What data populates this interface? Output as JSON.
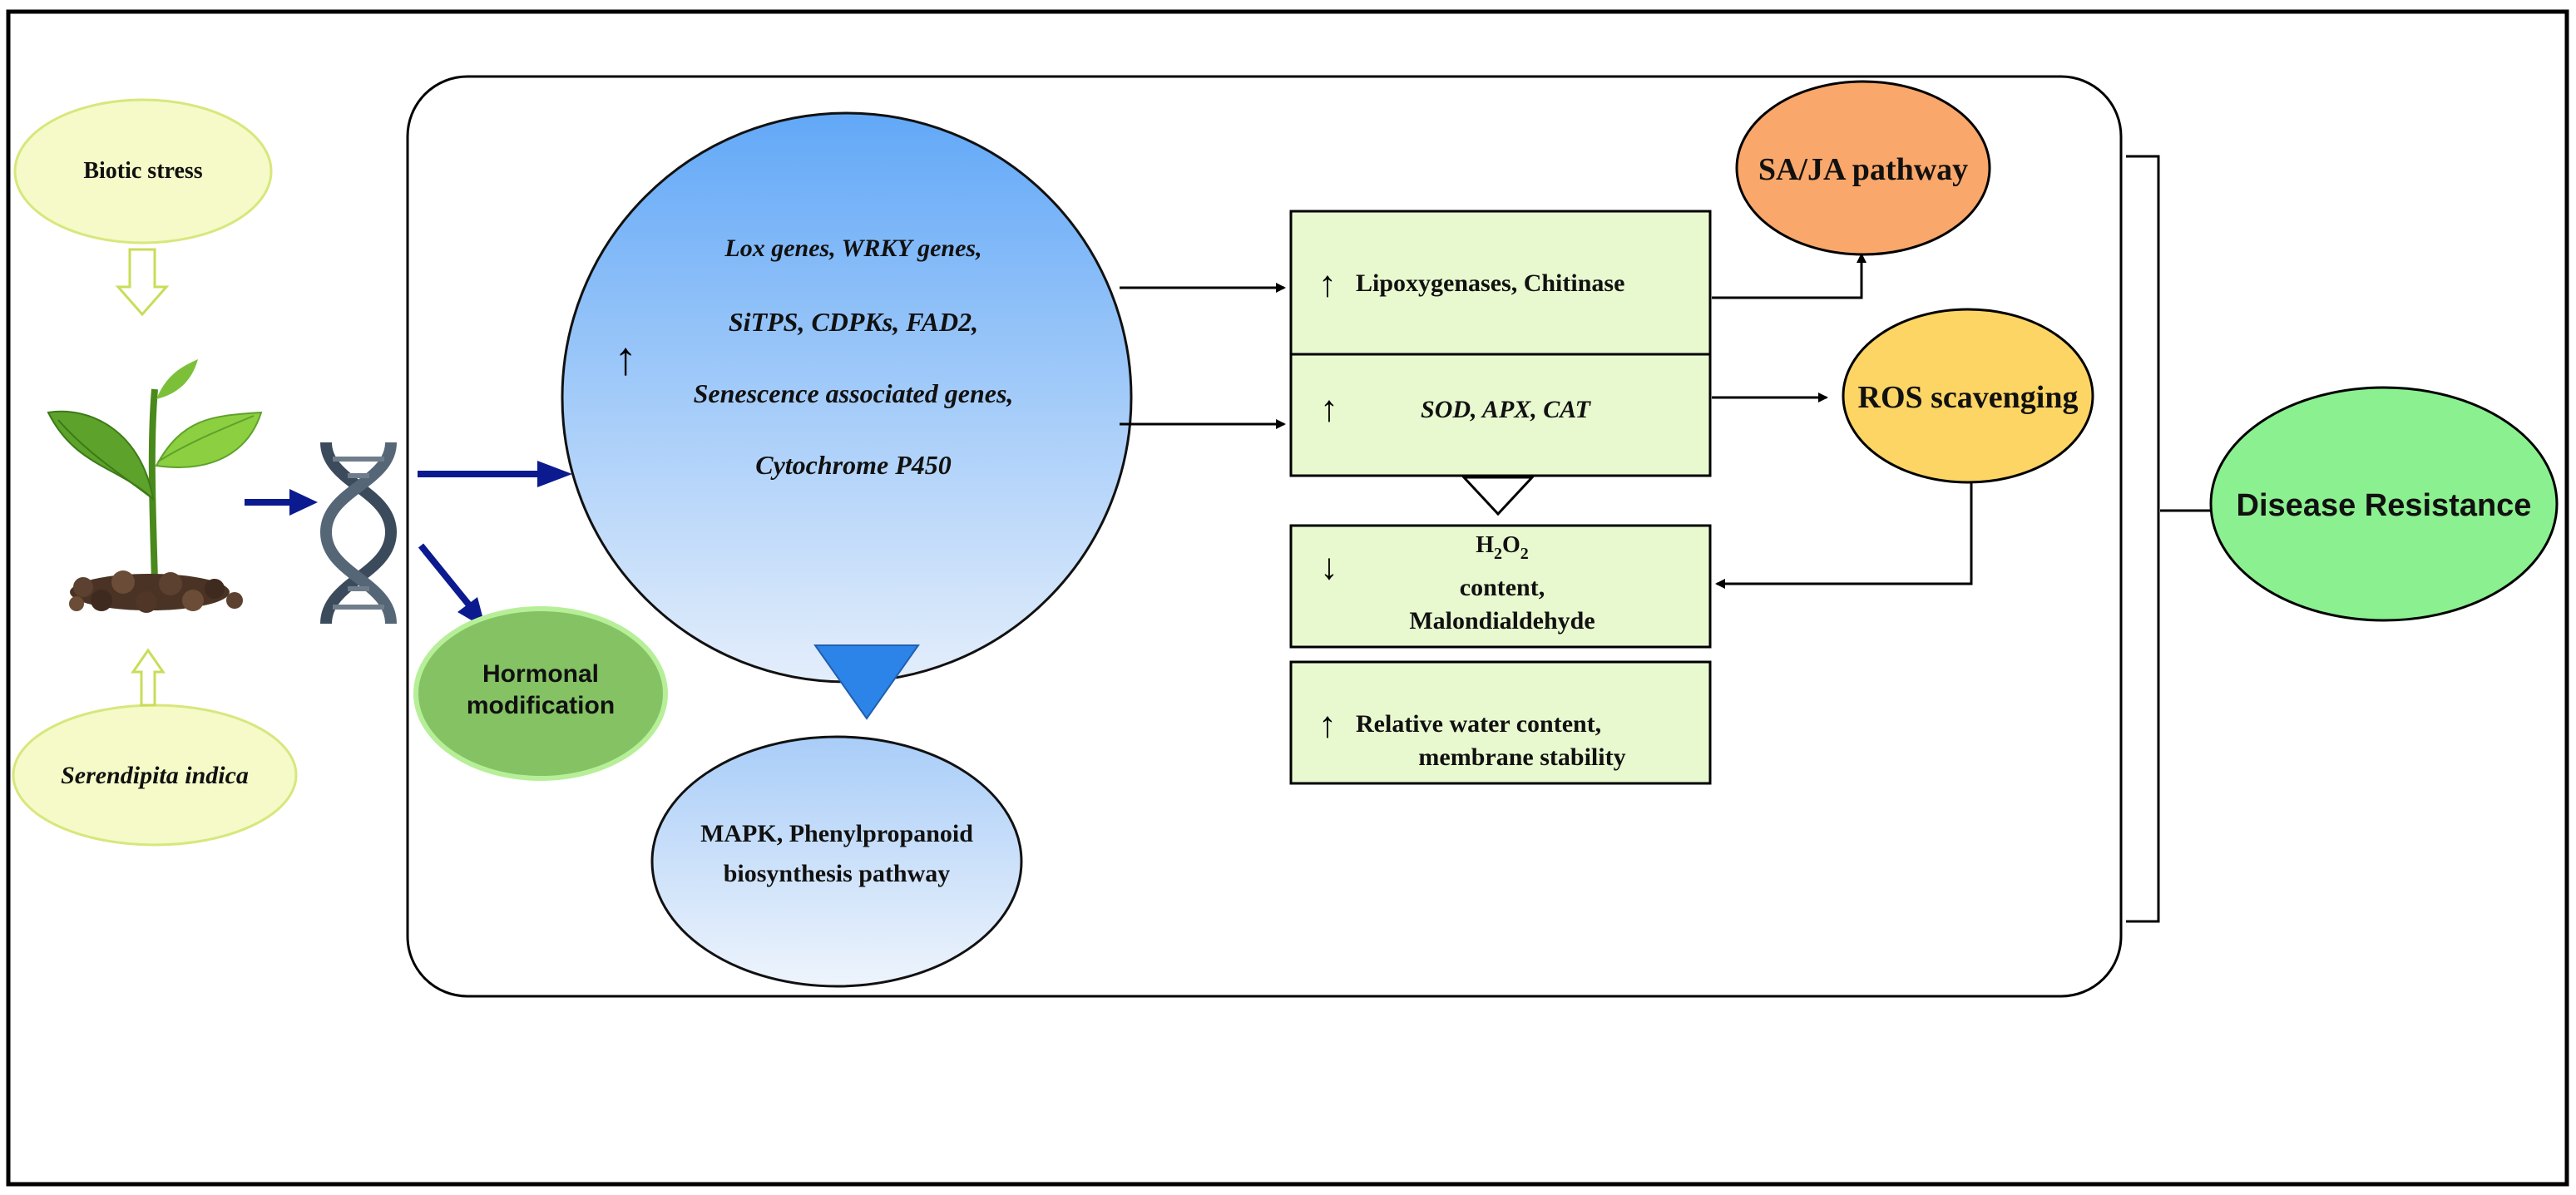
{
  "inputs": {
    "biotic_stress": "Biotic stress",
    "serendipita": "Serendipita indica"
  },
  "hormonal": {
    "line1": "Hormonal",
    "line2": "modification"
  },
  "big_circle": {
    "arrow": "↑",
    "lines": [
      "Lox genes, WRKY genes,",
      "SiTPS, CDPKs, FAD2,",
      "Senescence associated genes,",
      "Cytochrome P450"
    ]
  },
  "mapk": {
    "line1": "MAPK, Phenylpropanoid",
    "line2": "biosynthesis pathway"
  },
  "boxes": {
    "lipox": {
      "arrow": "↑",
      "text": "Lipoxygenases, Chitinase"
    },
    "sod": {
      "arrow": "↑",
      "text": "SOD, APX, CAT"
    },
    "h2o2": {
      "arrow": "↓",
      "formula_h": "H",
      "sub1": "2",
      "formula_o": "O",
      "sub2": "2",
      "line2": "content,",
      "line3": "Malondialdehyde"
    },
    "water": {
      "arrow": "↑",
      "line1": "Relative water content,",
      "line2": "membrane stability"
    }
  },
  "sa_ja": "SA/JA pathway",
  "ros": "ROS scavenging",
  "disease": "Disease Resistance",
  "colors": {
    "pale_yellow_fill": "#f4f9c8",
    "pale_yellow_stroke": "#d6e67a",
    "light_green_box": "#e8f8cf",
    "green_hormonal": "#84c264",
    "hormonal_stroke": "#b8f09a",
    "blue_top": "#6aaef8",
    "blue_bottom": "#dde9f8",
    "sa_ja_fill": "#f9a76a",
    "ros_fill": "#fdd564",
    "disease_fill": "#8bf08f",
    "navy_arrow": "#0c1a8f",
    "triangle_blue": "#2d84e8"
  }
}
